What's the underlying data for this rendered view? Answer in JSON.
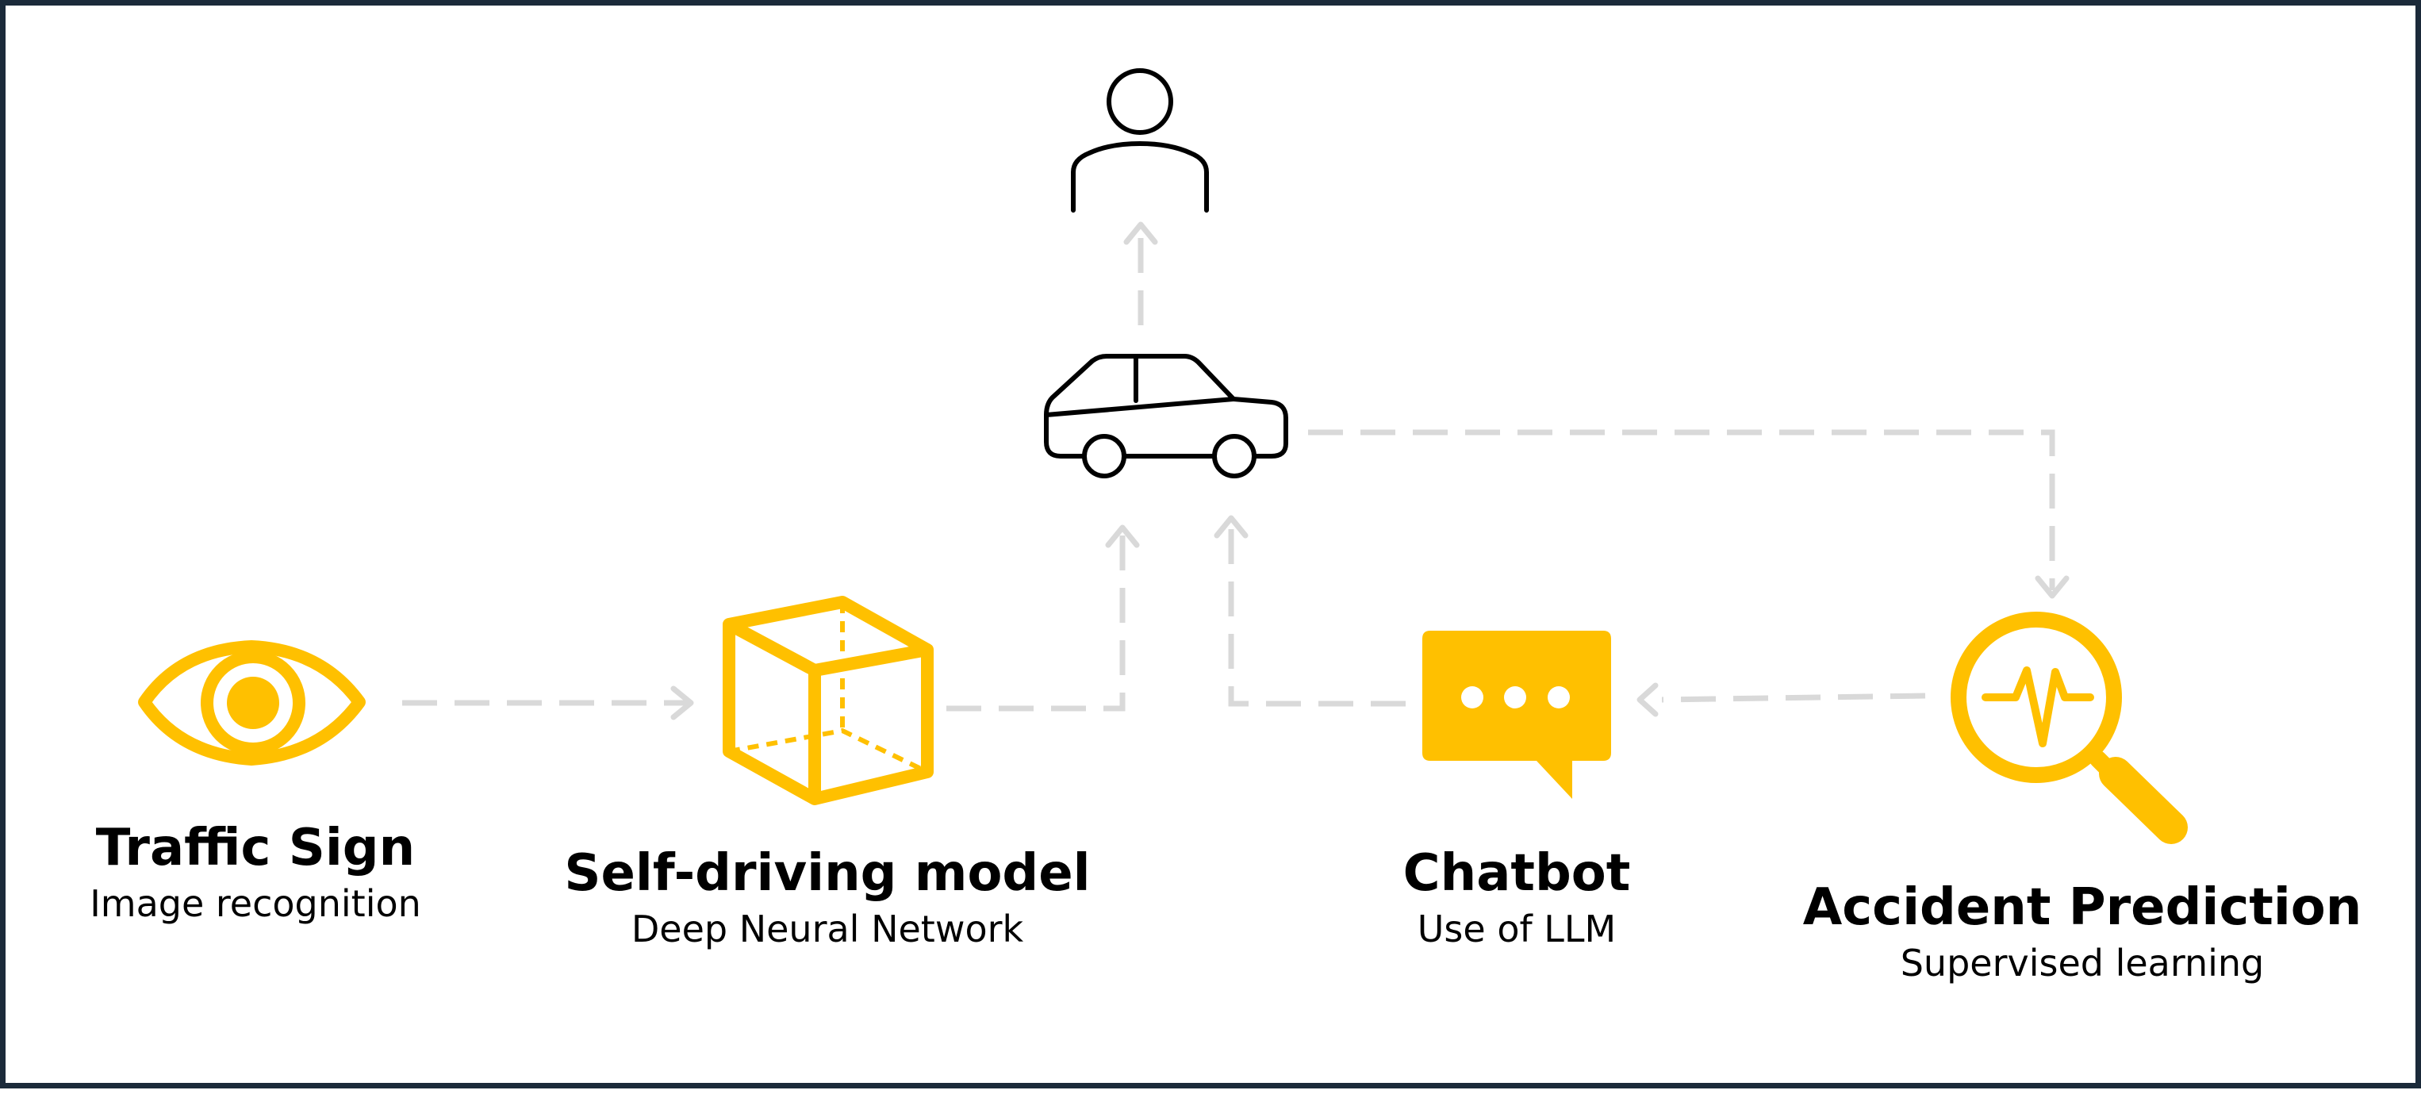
{
  "colors": {
    "accent": "#FFC000",
    "line": "#D9D9D9",
    "outline_icon": "#000000",
    "border": "#1b2a3a",
    "background": "#ffffff"
  },
  "nodes": {
    "traffic_sign": {
      "title": "Traffic Sign",
      "subtitle": "Image recognition",
      "icon": "eye-icon"
    },
    "self_driving": {
      "title": "Self-driving model",
      "subtitle": "Deep Neural Network",
      "icon": "cube-icon"
    },
    "chatbot": {
      "title": "Chatbot",
      "subtitle": "Use of LLM",
      "icon": "chat-bubble-icon"
    },
    "accident": {
      "title": "Accident Prediction",
      "subtitle": "Supervised learning",
      "icon": "magnifier-pulse-icon"
    },
    "car": {
      "icon": "car-icon"
    },
    "user": {
      "icon": "person-icon"
    }
  }
}
